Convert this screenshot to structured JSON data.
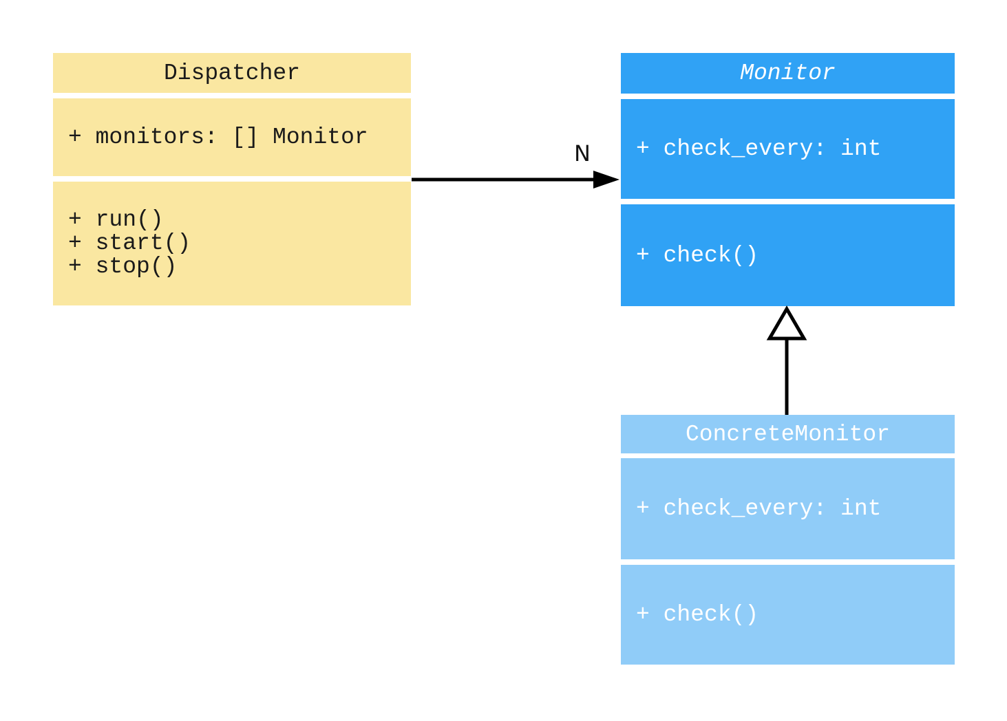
{
  "diagram": {
    "type": "uml-class-diagram",
    "background": "#FFFFFF",
    "line_color": "#000000",
    "classes": [
      {
        "name": "Dispatcher",
        "title_italic": false,
        "fill": "#FAE7A1",
        "text_color": "#1A1A1A",
        "attributes": [
          "+ monitors: [] Monitor"
        ],
        "methods": [
          "+ run()",
          "+ start()",
          "+ stop()"
        ]
      },
      {
        "name": "Monitor",
        "title_italic": true,
        "fill": "#30A2F5",
        "text_color": "#FFFFFF",
        "attributes": [
          "+ check_every: int"
        ],
        "methods": [
          "+ check()"
        ]
      },
      {
        "name": "ConcreteMonitor",
        "title_italic": false,
        "fill": "#90CCF8",
        "text_color": "#FFFFFF",
        "attributes": [
          "+ check_every: int"
        ],
        "methods": [
          "+ check()"
        ]
      }
    ],
    "relations": [
      {
        "type": "association",
        "from": "Dispatcher",
        "to": "Monitor",
        "label": "N"
      },
      {
        "type": "inheritance",
        "from": "ConcreteMonitor",
        "to": "Monitor"
      }
    ]
  }
}
